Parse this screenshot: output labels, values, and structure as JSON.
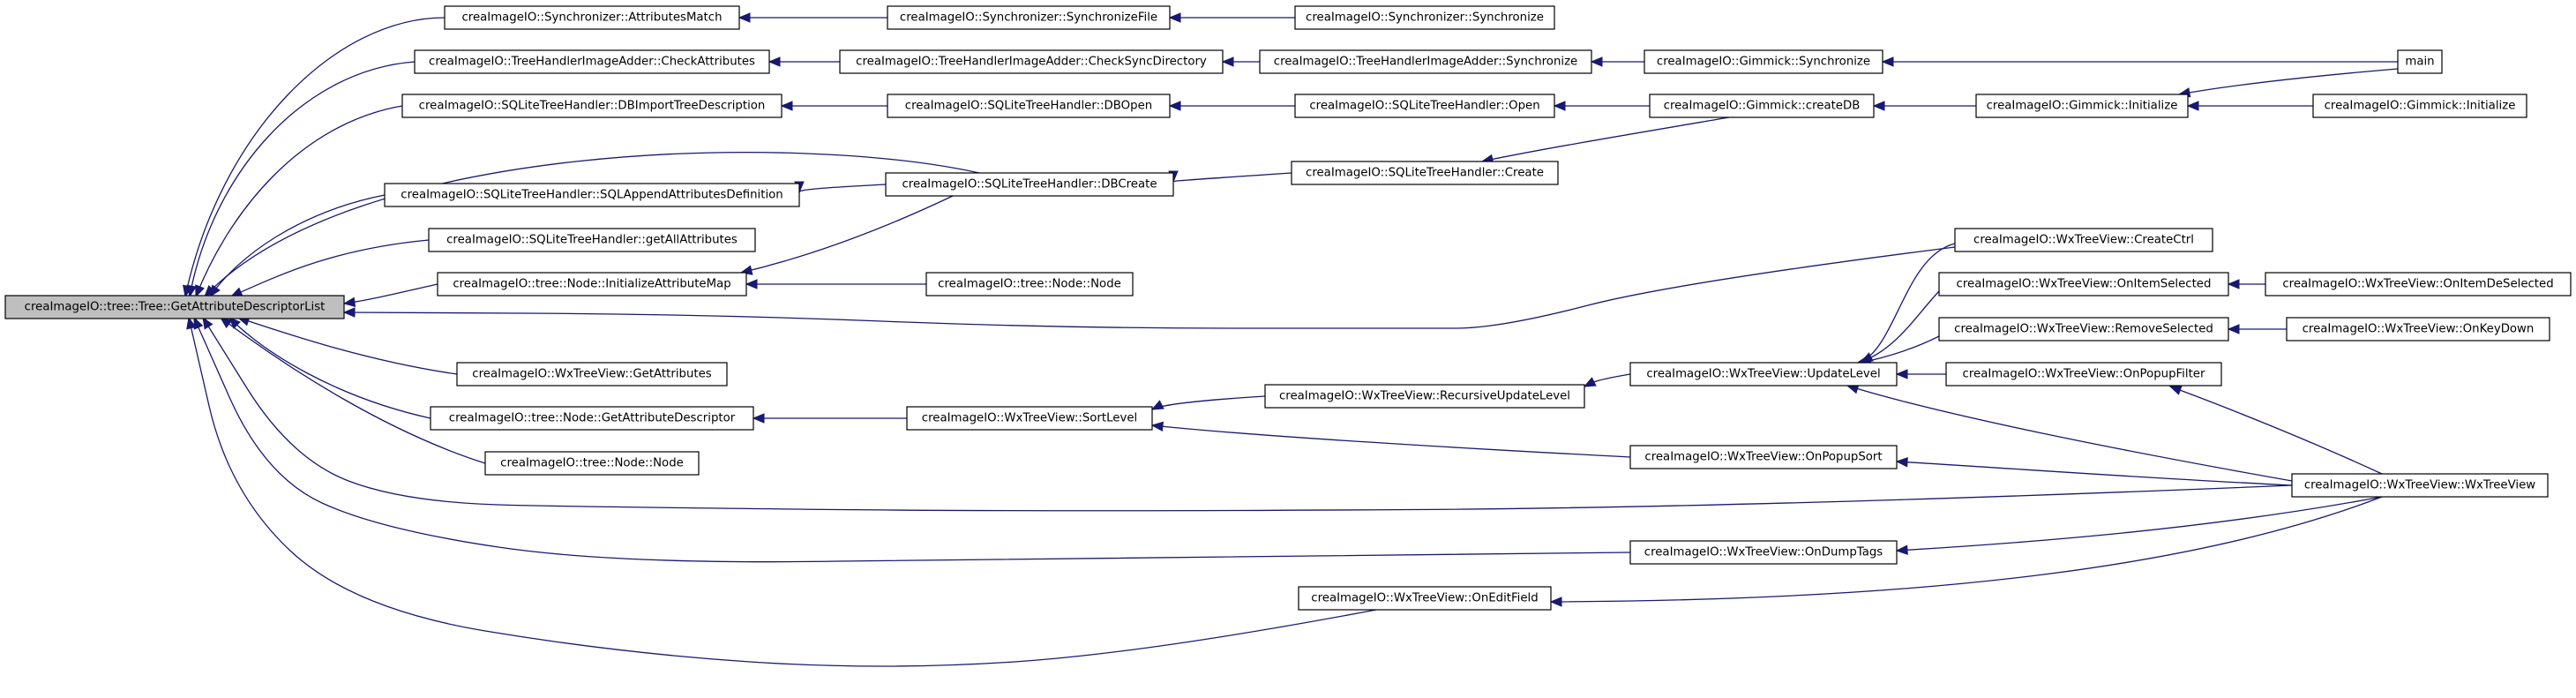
{
  "diagram": {
    "type": "caller-graph",
    "nodes": [
      {
        "id": "n0",
        "label": "creaImageIO::tree::Tree::GetAttributeDescriptorList",
        "root": true
      },
      {
        "id": "n1",
        "label": "creaImageIO::Synchronizer::AttributesMatch"
      },
      {
        "id": "n2",
        "label": "creaImageIO::Synchronizer::SynchronizeFile"
      },
      {
        "id": "n3",
        "label": "creaImageIO::Synchronizer::Synchronize"
      },
      {
        "id": "n4",
        "label": "creaImageIO::TreeHandlerImageAdder::CheckAttributes"
      },
      {
        "id": "n5",
        "label": "creaImageIO::TreeHandlerImageAdder::CheckSyncDirectory"
      },
      {
        "id": "n6",
        "label": "creaImageIO::TreeHandlerImageAdder::Synchronize"
      },
      {
        "id": "n7",
        "label": "creaImageIO::Gimmick::Synchronize"
      },
      {
        "id": "n8",
        "label": "main"
      },
      {
        "id": "n9",
        "label": "creaImageIO::SQLiteTreeHandler::DBImportTreeDescription"
      },
      {
        "id": "n10",
        "label": "creaImageIO::SQLiteTreeHandler::DBOpen"
      },
      {
        "id": "n11",
        "label": "creaImageIO::SQLiteTreeHandler::Open"
      },
      {
        "id": "n12",
        "label": "creaImageIO::Gimmick::createDB"
      },
      {
        "id": "n13",
        "label": "creaImageIO::Gimmick::Initialize"
      },
      {
        "id": "n14",
        "label": "creaImageIO::Gimmick::Initialize"
      },
      {
        "id": "n15",
        "label": "creaImageIO::SQLiteTreeHandler::Create"
      },
      {
        "id": "n16",
        "label": "creaImageIO::SQLiteTreeHandler::SQLAppendAttributesDefinition"
      },
      {
        "id": "n17",
        "label": "creaImageIO::SQLiteTreeHandler::DBCreate"
      },
      {
        "id": "n18",
        "label": "creaImageIO::SQLiteTreeHandler::getAllAttributes"
      },
      {
        "id": "n19",
        "label": "creaImageIO::tree::Node::InitializeAttributeMap"
      },
      {
        "id": "n20",
        "label": "creaImageIO::tree::Node::Node"
      },
      {
        "id": "n21",
        "label": "creaImageIO::WxTreeView::CreateCtrl"
      },
      {
        "id": "n22",
        "label": "creaImageIO::WxTreeView::OnItemSelected"
      },
      {
        "id": "n23",
        "label": "creaImageIO::WxTreeView::OnItemDeSelected"
      },
      {
        "id": "n24",
        "label": "creaImageIO::WxTreeView::RemoveSelected"
      },
      {
        "id": "n25",
        "label": "creaImageIO::WxTreeView::OnKeyDown"
      },
      {
        "id": "n26",
        "label": "creaImageIO::WxTreeView::GetAttributes"
      },
      {
        "id": "n27",
        "label": "creaImageIO::WxTreeView::UpdateLevel"
      },
      {
        "id": "n28",
        "label": "creaImageIO::WxTreeView::OnPopupFilter"
      },
      {
        "id": "n29",
        "label": "creaImageIO::tree::Node::GetAttributeDescriptor"
      },
      {
        "id": "n30",
        "label": "creaImageIO::WxTreeView::SortLevel"
      },
      {
        "id": "n31",
        "label": "creaImageIO::WxTreeView::RecursiveUpdateLevel"
      },
      {
        "id": "n32",
        "label": "creaImageIO::tree::Node::Node"
      },
      {
        "id": "n33",
        "label": "creaImageIO::WxTreeView::OnPopupSort"
      },
      {
        "id": "n34",
        "label": "creaImageIO::WxTreeView::WxTreeView"
      },
      {
        "id": "n35",
        "label": "creaImageIO::WxTreeView::OnDumpTags"
      },
      {
        "id": "n36",
        "label": "creaImageIO::WxTreeView::OnEditField"
      }
    ],
    "edges": [
      {
        "from": "n1",
        "to": "n0"
      },
      {
        "from": "n2",
        "to": "n1"
      },
      {
        "from": "n3",
        "to": "n2"
      },
      {
        "from": "n4",
        "to": "n0"
      },
      {
        "from": "n5",
        "to": "n4"
      },
      {
        "from": "n6",
        "to": "n5"
      },
      {
        "from": "n7",
        "to": "n6"
      },
      {
        "from": "n8",
        "to": "n7"
      },
      {
        "from": "n9",
        "to": "n0"
      },
      {
        "from": "n10",
        "to": "n9"
      },
      {
        "from": "n11",
        "to": "n10"
      },
      {
        "from": "n12",
        "to": "n11"
      },
      {
        "from": "n13",
        "to": "n12"
      },
      {
        "from": "n8",
        "to": "n13"
      },
      {
        "from": "n14",
        "to": "n13"
      },
      {
        "from": "n12",
        "to": "n15"
      },
      {
        "from": "n17",
        "to": "n0"
      },
      {
        "from": "n15",
        "to": "n17"
      },
      {
        "from": "n16",
        "to": "n0"
      },
      {
        "from": "n17",
        "to": "n16"
      },
      {
        "from": "n18",
        "to": "n0"
      },
      {
        "from": "n19",
        "to": "n0"
      },
      {
        "from": "n17",
        "to": "n19"
      },
      {
        "from": "n20",
        "to": "n19"
      },
      {
        "from": "n21",
        "to": "n0"
      },
      {
        "from": "n26",
        "to": "n0"
      },
      {
        "from": "n29",
        "to": "n0"
      },
      {
        "from": "n30",
        "to": "n29"
      },
      {
        "from": "n31",
        "to": "n30"
      },
      {
        "from": "n27",
        "to": "n31"
      },
      {
        "from": "n33",
        "to": "n30"
      },
      {
        "from": "n34",
        "to": "n33"
      },
      {
        "from": "n21",
        "to": "n27"
      },
      {
        "from": "n22",
        "to": "n27"
      },
      {
        "from": "n23",
        "to": "n22"
      },
      {
        "from": "n24",
        "to": "n27"
      },
      {
        "from": "n25",
        "to": "n24"
      },
      {
        "from": "n28",
        "to": "n27"
      },
      {
        "from": "n34",
        "to": "n28"
      },
      {
        "from": "n34",
        "to": "n27"
      },
      {
        "from": "n32",
        "to": "n0"
      },
      {
        "from": "n34",
        "to": "n0"
      },
      {
        "from": "n35",
        "to": "n0"
      },
      {
        "from": "n34",
        "to": "n35"
      },
      {
        "from": "n36",
        "to": "n0"
      },
      {
        "from": "n34",
        "to": "n36"
      }
    ],
    "colors": {
      "edge": "#191970",
      "node_border": "#000000",
      "node_fill": "#ffffff",
      "root_fill": "#bfbfbf"
    }
  }
}
